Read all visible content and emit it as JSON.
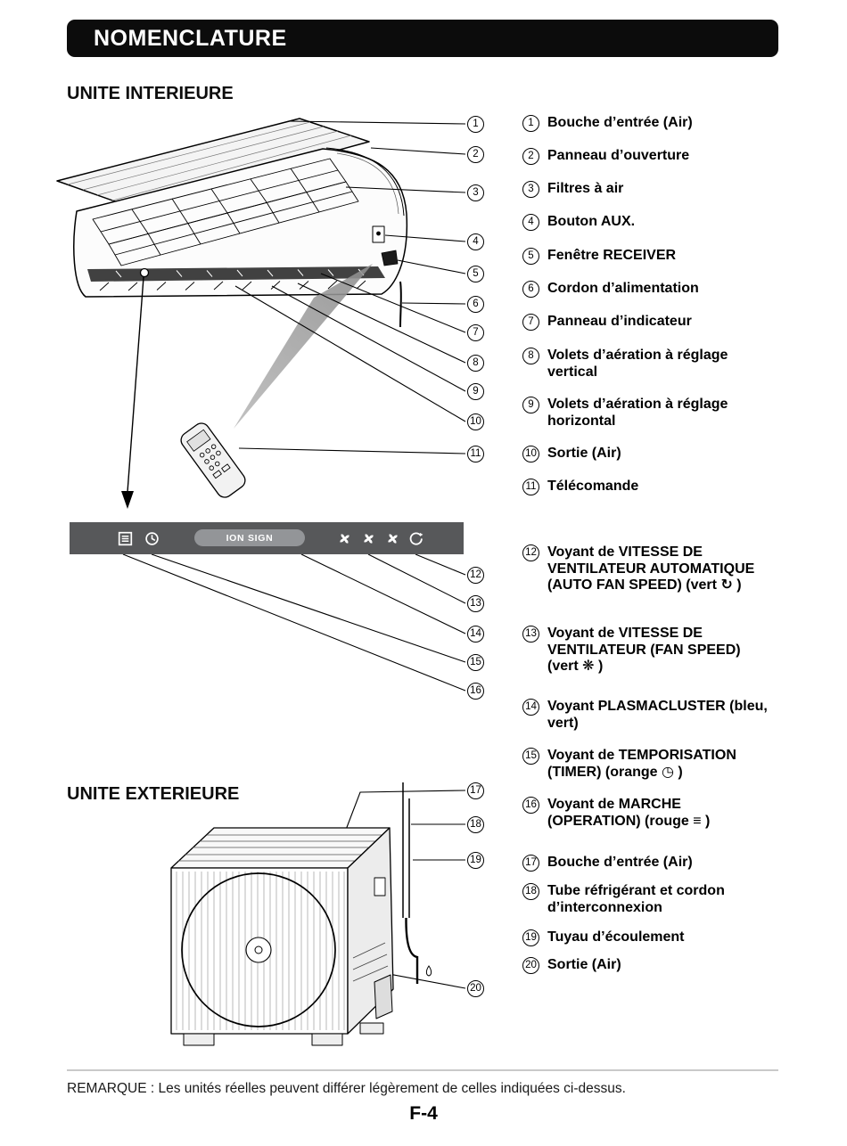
{
  "header": {
    "title": "NOMENCLATURE"
  },
  "sections": {
    "indoor": "UNITE INTERIEURE",
    "outdoor": "UNITE EXTERIEURE"
  },
  "indicator_strip": {
    "ion_sign": "ION SIGN",
    "icons": [
      "operation-lamp-icon",
      "timer-clock-icon",
      "fan-icon",
      "fan-icon",
      "fan-icon",
      "auto-fan-icon"
    ]
  },
  "legend": [
    {
      "n": "1",
      "label": "Bouche d’entrée (Air)"
    },
    {
      "n": "2",
      "label": "Panneau d’ouverture"
    },
    {
      "n": "3",
      "label": "Filtres à air"
    },
    {
      "n": "4",
      "label": "Bouton AUX."
    },
    {
      "n": "5",
      "label": "Fenêtre RECEIVER"
    },
    {
      "n": "6",
      "label": "Cordon d’alimentation"
    },
    {
      "n": "7",
      "label": "Panneau d’indicateur"
    },
    {
      "n": "8",
      "label": "Volets d’aération à réglage vertical"
    },
    {
      "n": "9",
      "label": "Volets d’aération à réglage horizontal"
    },
    {
      "n": "10",
      "label": "Sortie (Air)"
    },
    {
      "n": "11",
      "label": "Télécomande"
    },
    {
      "n": "12",
      "label": "Voyant de VITESSE DE VENTILATEUR AUTOMATIQUE (AUTO FAN SPEED) (vert ↻ )"
    },
    {
      "n": "13",
      "label": "Voyant de VITESSE DE VENTILATEUR (FAN SPEED) (vert ❋ )"
    },
    {
      "n": "14",
      "label": "Voyant PLASMACLUSTER (bleu, vert)"
    },
    {
      "n": "15",
      "label": "Voyant de TEMPORISATION (TIMER) (orange ◷ )"
    },
    {
      "n": "16",
      "label": "Voyant de MARCHE (OPERATION) (rouge ≡ )"
    },
    {
      "n": "17",
      "label": "Bouche d’entrée (Air)"
    },
    {
      "n": "18",
      "label": "Tube réfrigérant et cordon d’interconnexion"
    },
    {
      "n": "19",
      "label": "Tuyau d’écoulement"
    },
    {
      "n": "20",
      "label": "Sortie (Air)"
    }
  ],
  "icon_glyphs": {
    "auto_fan": "↻",
    "fan": "❋",
    "timer": "◷",
    "operation": "≡"
  },
  "colors": {
    "header_bg": "#0c0c0c",
    "strip_bg": "#57585a",
    "ion_oval_bg": "#939598"
  },
  "footer": {
    "note": "REMARQUE :  Les unités réelles peuvent différer légèrement de celles indiquées ci-dessus.",
    "page_number": "F-4"
  }
}
